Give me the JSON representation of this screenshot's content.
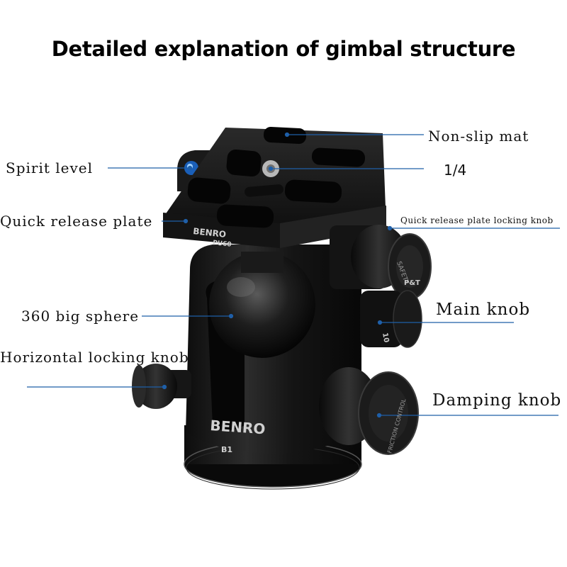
{
  "title": "Detailed explanation of gimbal structure",
  "labels": {
    "non_slip_mat": "Non-slip mat",
    "spirit_level": "Spirit level",
    "quarter_inch": "1/4",
    "quick_release_plate": "Quick release plate",
    "qr_locking_knob": "Quick release plate locking knob",
    "sphere": "360 big sphere",
    "main_knob": "Main knob",
    "horizontal_knob": "Horizontal locking knob",
    "damping_knob": "Damping knob"
  },
  "product_markings": {
    "brand": "BENRO",
    "plate_model": "PU60",
    "head_model": "B1",
    "knob_text": "SAFETY",
    "knob_badge": "P&T",
    "friction_text": "FRICTION CONTROL",
    "main_knob_mark": "10"
  },
  "colors": {
    "leader_line": "#1f5fa8",
    "body": "#161616",
    "text": "#111111"
  }
}
